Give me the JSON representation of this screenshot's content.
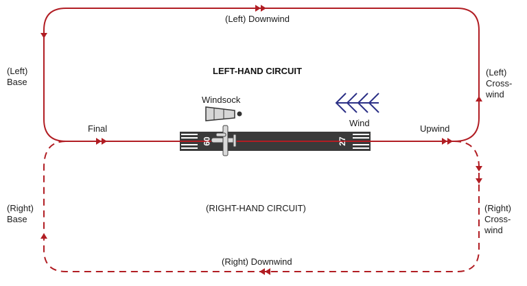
{
  "titles": {
    "left": "LEFT-HAND CIRCUIT",
    "right": "(RIGHT-HAND CIRCUIT)"
  },
  "labels": {
    "left_downwind": "(Left) Downwind",
    "left_base": "(Left)\nBase",
    "left_crosswind": "(Left)\nCross-\nwind",
    "final": "Final",
    "upwind": "Upwind",
    "windsock": "Windsock",
    "wind": "Wind",
    "right_base": "(Right)\nBase",
    "right_crosswind": "(Right)\nCross-\nwind",
    "right_downwind": "(Right) Downwind"
  },
  "runway": {
    "left_number": "09",
    "right_number": "27"
  },
  "colors": {
    "circuit": "#b11d23",
    "wind_arrow": "#2b2f86",
    "runway": "#3a3a3a"
  }
}
